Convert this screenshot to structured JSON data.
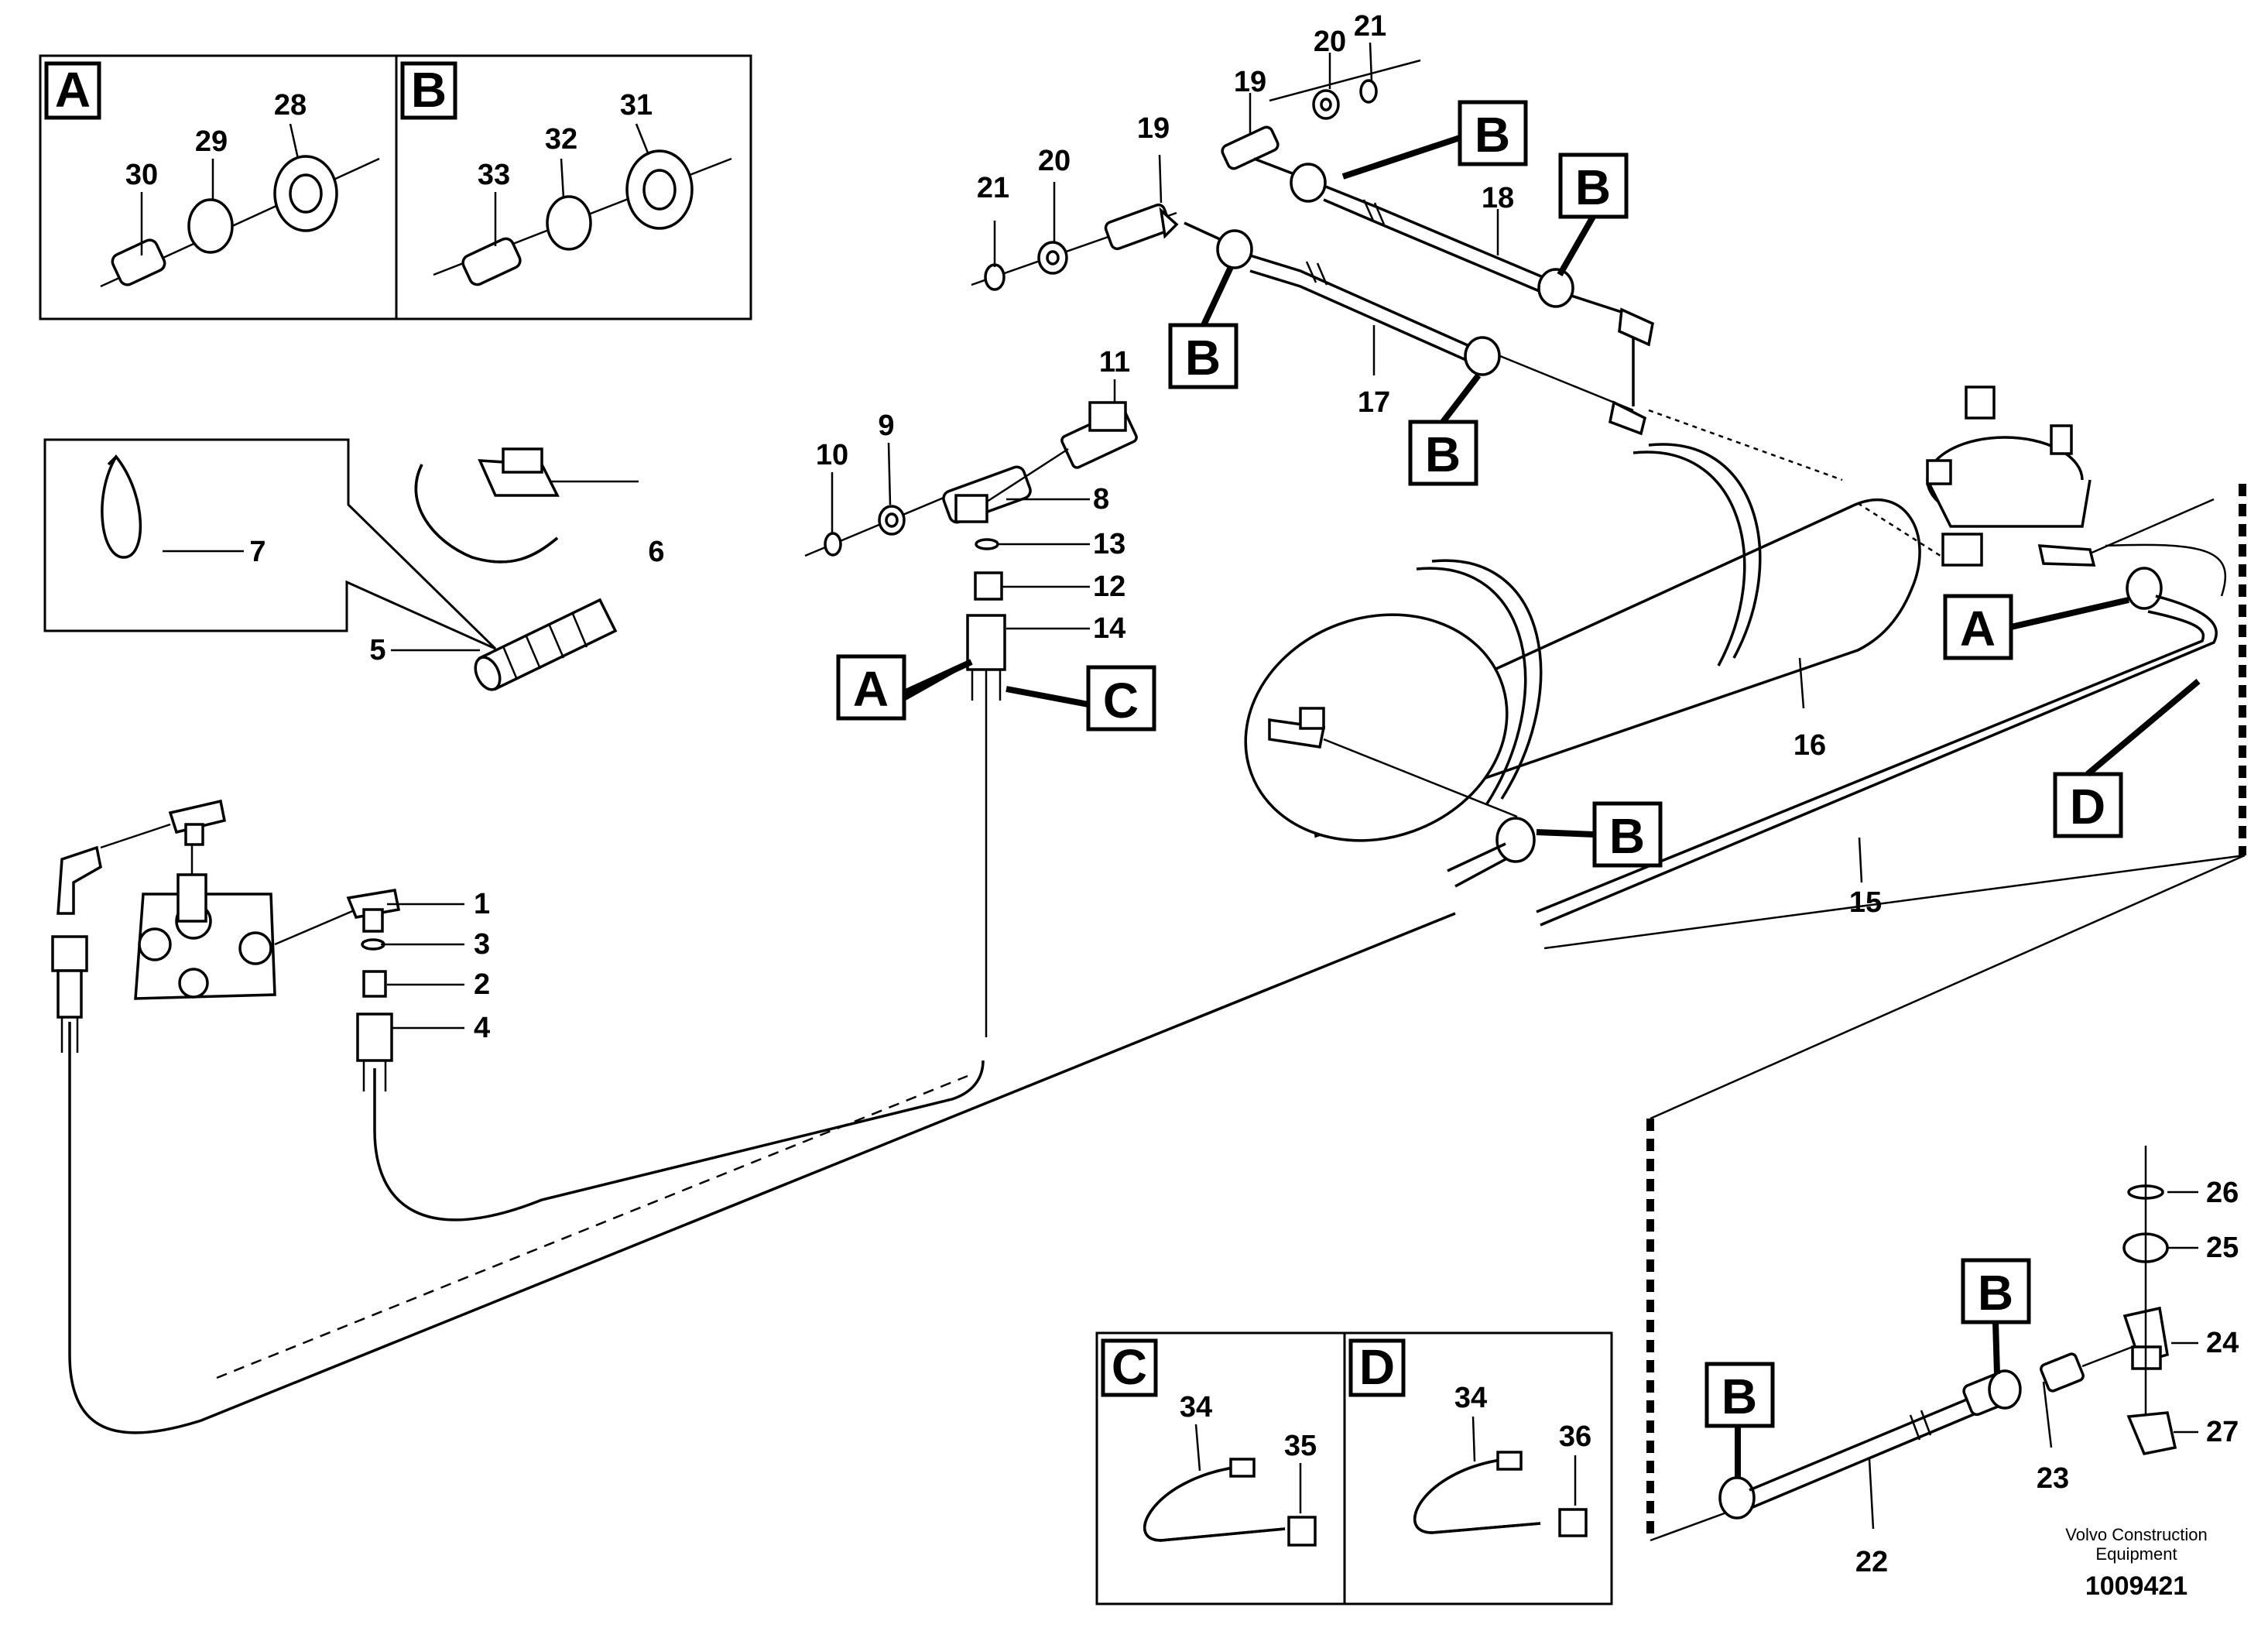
{
  "callouts": {
    "p1": "1",
    "p2": "2",
    "p3": "3",
    "p4": "4",
    "p5": "5",
    "p6": "6",
    "p7": "7",
    "p8": "8",
    "p9": "9",
    "p10": "10",
    "p11": "11",
    "p12": "12",
    "p13": "13",
    "p14": "14",
    "p15": "15",
    "p16": "16",
    "p17": "17",
    "p18": "18",
    "p19a": "19",
    "p19b": "19",
    "p20a": "20",
    "p20b": "20",
    "p21a": "21",
    "p21b": "21",
    "p22": "22",
    "p23": "23",
    "p24": "24",
    "p25": "25",
    "p26": "26",
    "p27": "27",
    "p28": "28",
    "p29": "29",
    "p30": "30",
    "p31": "31",
    "p32": "32",
    "p33": "33",
    "p34a": "34",
    "p34b": "34",
    "p35": "35",
    "p36": "36"
  },
  "detail_boxes": {
    "a": "A",
    "b": "B",
    "c": "C",
    "d": "D"
  },
  "ref_tags": {
    "tag_a1": "A",
    "tag_a2": "A",
    "tag_b1": "B",
    "tag_b2": "B",
    "tag_b3": "B",
    "tag_b4": "B",
    "tag_b5": "B",
    "tag_b6": "B",
    "tag_b7": "B",
    "tag_c1": "C",
    "tag_d1": "D"
  },
  "footer": {
    "brand_line1": "Volvo Construction",
    "brand_line2": "Equipment",
    "drawing_number": "1009421"
  }
}
